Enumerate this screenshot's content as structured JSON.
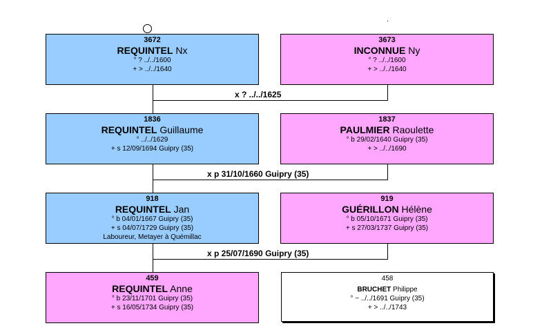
{
  "generations": [
    {
      "father": {
        "number": "3672",
        "surname": "REQUINTEL",
        "given": "Nx",
        "lines": [
          "° ? ../../1600",
          "+ > ../../1640"
        ]
      },
      "mother": {
        "number": "3673",
        "surname": "INCONNUE",
        "given": "Ny",
        "lines": [
          "° ? ../../1600",
          "+ > ../../1640"
        ]
      },
      "marriage": "x ? ../../1625"
    },
    {
      "father": {
        "number": "1836",
        "surname": "REQUINTEL",
        "given": "Guillaume",
        "lines": [
          "° ../../1629",
          "+ s 12/09/1694 Guipry (35)"
        ]
      },
      "mother": {
        "number": "1837",
        "surname": "PAULMIER",
        "given": "Raoulette",
        "lines": [
          "° b 29/02/1640 Guipry (35)",
          "+ > ../../1690"
        ]
      },
      "marriage": "x p 31/10/1660 Guipry (35)"
    },
    {
      "father": {
        "number": "918",
        "surname": "REQUINTEL",
        "given": "Jan",
        "lines": [
          "° b 04/01/1667 Guipry (35)",
          "+ s 04/07/1729 Guipry (35)",
          "Laboureur, Metayer à Quémillac"
        ]
      },
      "mother": {
        "number": "919",
        "surname": "GUÉRILLON",
        "given": "Hélène",
        "lines": [
          "° b 05/10/1671 Guipry (35)",
          "+ s 27/03/1737 Guipry (35)"
        ]
      },
      "marriage": "x p 25/07/1690 Guipry (35)"
    },
    {
      "father": {
        "number": "459",
        "surname": "REQUINTEL",
        "given": "Anne",
        "lines": [
          "° b 23/11/1701 Guipry (35)",
          "+ s 16/05/1734 Guipry (35)"
        ]
      },
      "mother": {
        "number": "458",
        "surname": "BRUCHET",
        "given": "Philippe",
        "lines": [
          "° ~ ../../1691 Guipry (35)",
          "+ > ../../1743"
        ]
      }
    }
  ]
}
